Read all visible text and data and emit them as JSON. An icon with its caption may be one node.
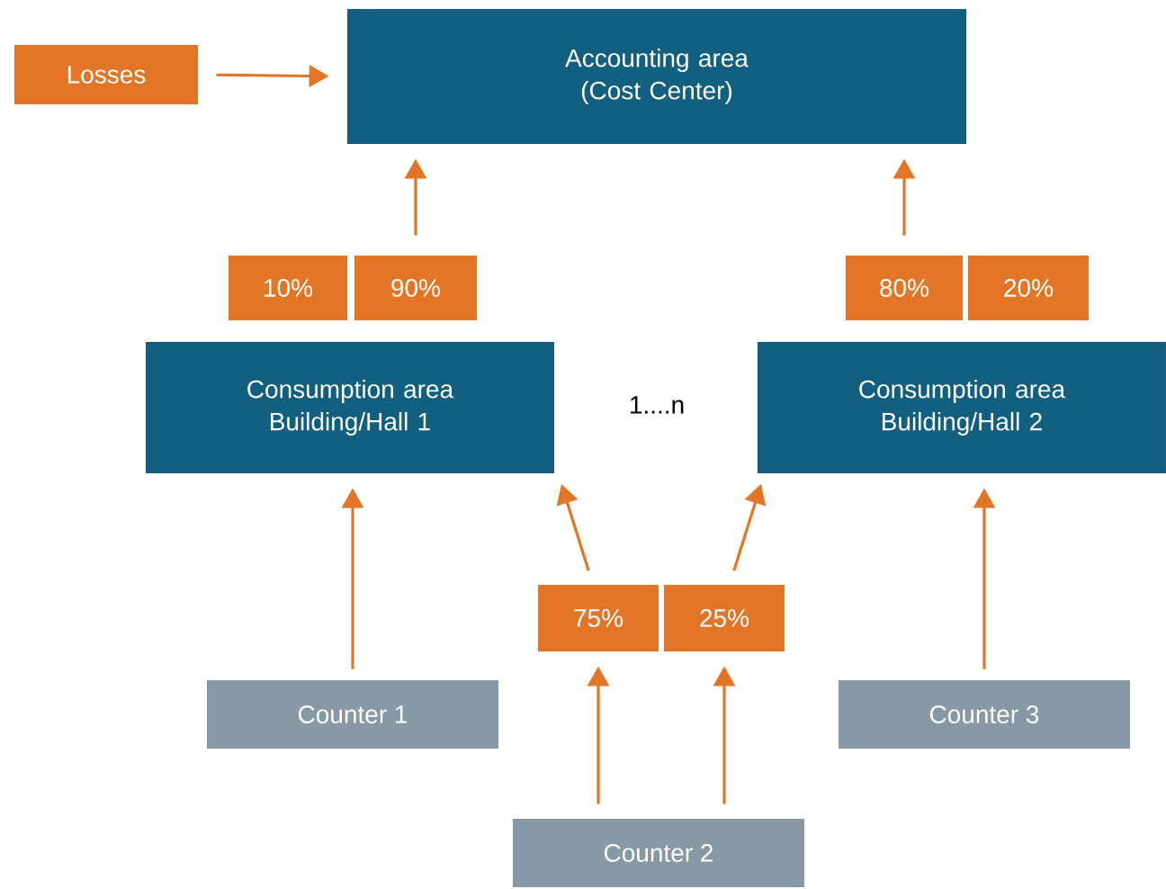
{
  "diagram": {
    "nodes": [
      {
        "text": [
          "Losses"
        ]
      },
      {
        "text": [
          "Accounting area (Cost Center)"
        ]
      },
      {
        "text": [
          "10%"
        ]
      },
      {
        "text": [
          "90%"
        ]
      },
      {
        "text": [
          "80%"
        ]
      },
      {
        "text": [
          "20%"
        ]
      },
      {
        "text": [
          "Consumption area Building/Hall 1"
        ]
      },
      {
        "text": [
          "Consumption area Building/Hall 2"
        ]
      },
      {
        "text": [
          "75%"
        ]
      },
      {
        "text": [
          "25%"
        ]
      },
      {
        "text": [
          "Counter 1"
        ]
      },
      {
        "text": [
          "Counter 3"
        ]
      },
      {
        "text": [
          "Counter 2"
        ]
      }
    ],
    "edges": [
      {
        "from": 0,
        "to": 1,
        "arrow": "to"
      },
      {
        "from": 3,
        "to": 1,
        "arrow": "to"
      },
      {
        "from": 4,
        "to": 1,
        "arrow": "to"
      },
      {
        "from": 10,
        "to": 6,
        "arrow": "to"
      },
      {
        "from": 8,
        "to": 6,
        "arrow": "to"
      },
      {
        "from": 9,
        "to": 7,
        "arrow": "to"
      },
      {
        "from": 11,
        "to": 7,
        "arrow": "to"
      },
      {
        "from": 12,
        "to": 8,
        "arrow": "to"
      },
      {
        "from": 12,
        "to": 9,
        "arrow": "to"
      }
    ],
    "labels": [
      "1....n"
    ]
  }
}
